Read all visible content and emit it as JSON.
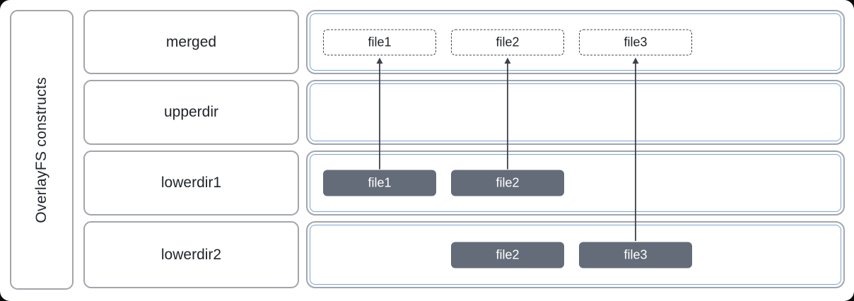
{
  "sidebar": {
    "title": "OverlayFS constructs"
  },
  "rows": [
    {
      "label": "merged",
      "files": [
        {
          "name": "file1",
          "slot": 0,
          "style": "dashed"
        },
        {
          "name": "file2",
          "slot": 1,
          "style": "dashed"
        },
        {
          "name": "file3",
          "slot": 2,
          "style": "dashed"
        }
      ]
    },
    {
      "label": "upperdir",
      "files": []
    },
    {
      "label": "lowerdir1",
      "files": [
        {
          "name": "file1",
          "slot": 0,
          "style": "solid"
        },
        {
          "name": "file2",
          "slot": 1,
          "style": "solid"
        }
      ]
    },
    {
      "label": "lowerdir2",
      "files": [
        {
          "name": "file2",
          "slot": 1,
          "style": "solid"
        },
        {
          "name": "file3",
          "slot": 2,
          "style": "solid"
        }
      ]
    }
  ],
  "arrows": [
    {
      "file": "file1",
      "from": "lowerdir1",
      "to": "merged"
    },
    {
      "file": "file2",
      "from": "lowerdir1",
      "to": "merged"
    },
    {
      "file": "file3",
      "from": "lowerdir2",
      "to": "merged"
    }
  ],
  "colors": {
    "outer_border": "#a2a5aa",
    "inner_blue": "#79a3d6",
    "file_solid_bg": "#646c79",
    "file_text": "#ffffff",
    "label_text": "#1f2328",
    "arrow_color": "#3c424b"
  }
}
